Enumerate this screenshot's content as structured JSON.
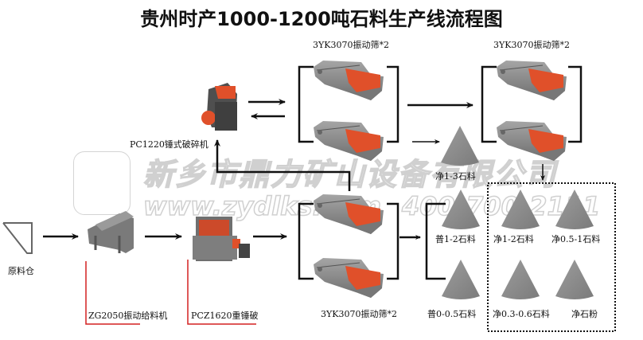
{
  "title": "贵州时产1000-1200吨石料生产线流程图",
  "watermark": {
    "company": "新乡市鼎力矿山设备有限公司",
    "website": "www.zydlks.com",
    "phone": "400-700-2111"
  },
  "equipment": {
    "raw_bin": "原料仓",
    "feeder": "ZG2050振动给料机",
    "heavy_hammer": "PCZ1620重锤破",
    "hammer_crusher": "PC1220锤式破碎机",
    "screen_top_left": "3YK3070振动筛*2",
    "screen_top_right": "3YK3070振动筛*2",
    "screen_bottom": "3YK3070振动筛*2"
  },
  "products": {
    "clean_1_3": "净1-3石料",
    "normal_1_2": "普1-2石料",
    "normal_0_05": "普0-0.5石料",
    "clean_1_2": "净1-2石料",
    "clean_05_1": "净0.5-1石料",
    "clean_03_06": "净0.3-0.6石料",
    "stone_powder": "净石粉"
  },
  "colors": {
    "line": "#111111",
    "callout": "#d42020",
    "screen_body": "#8a8a8a",
    "screen_deck": "#e0502a",
    "pile": "#8f8f8f"
  }
}
